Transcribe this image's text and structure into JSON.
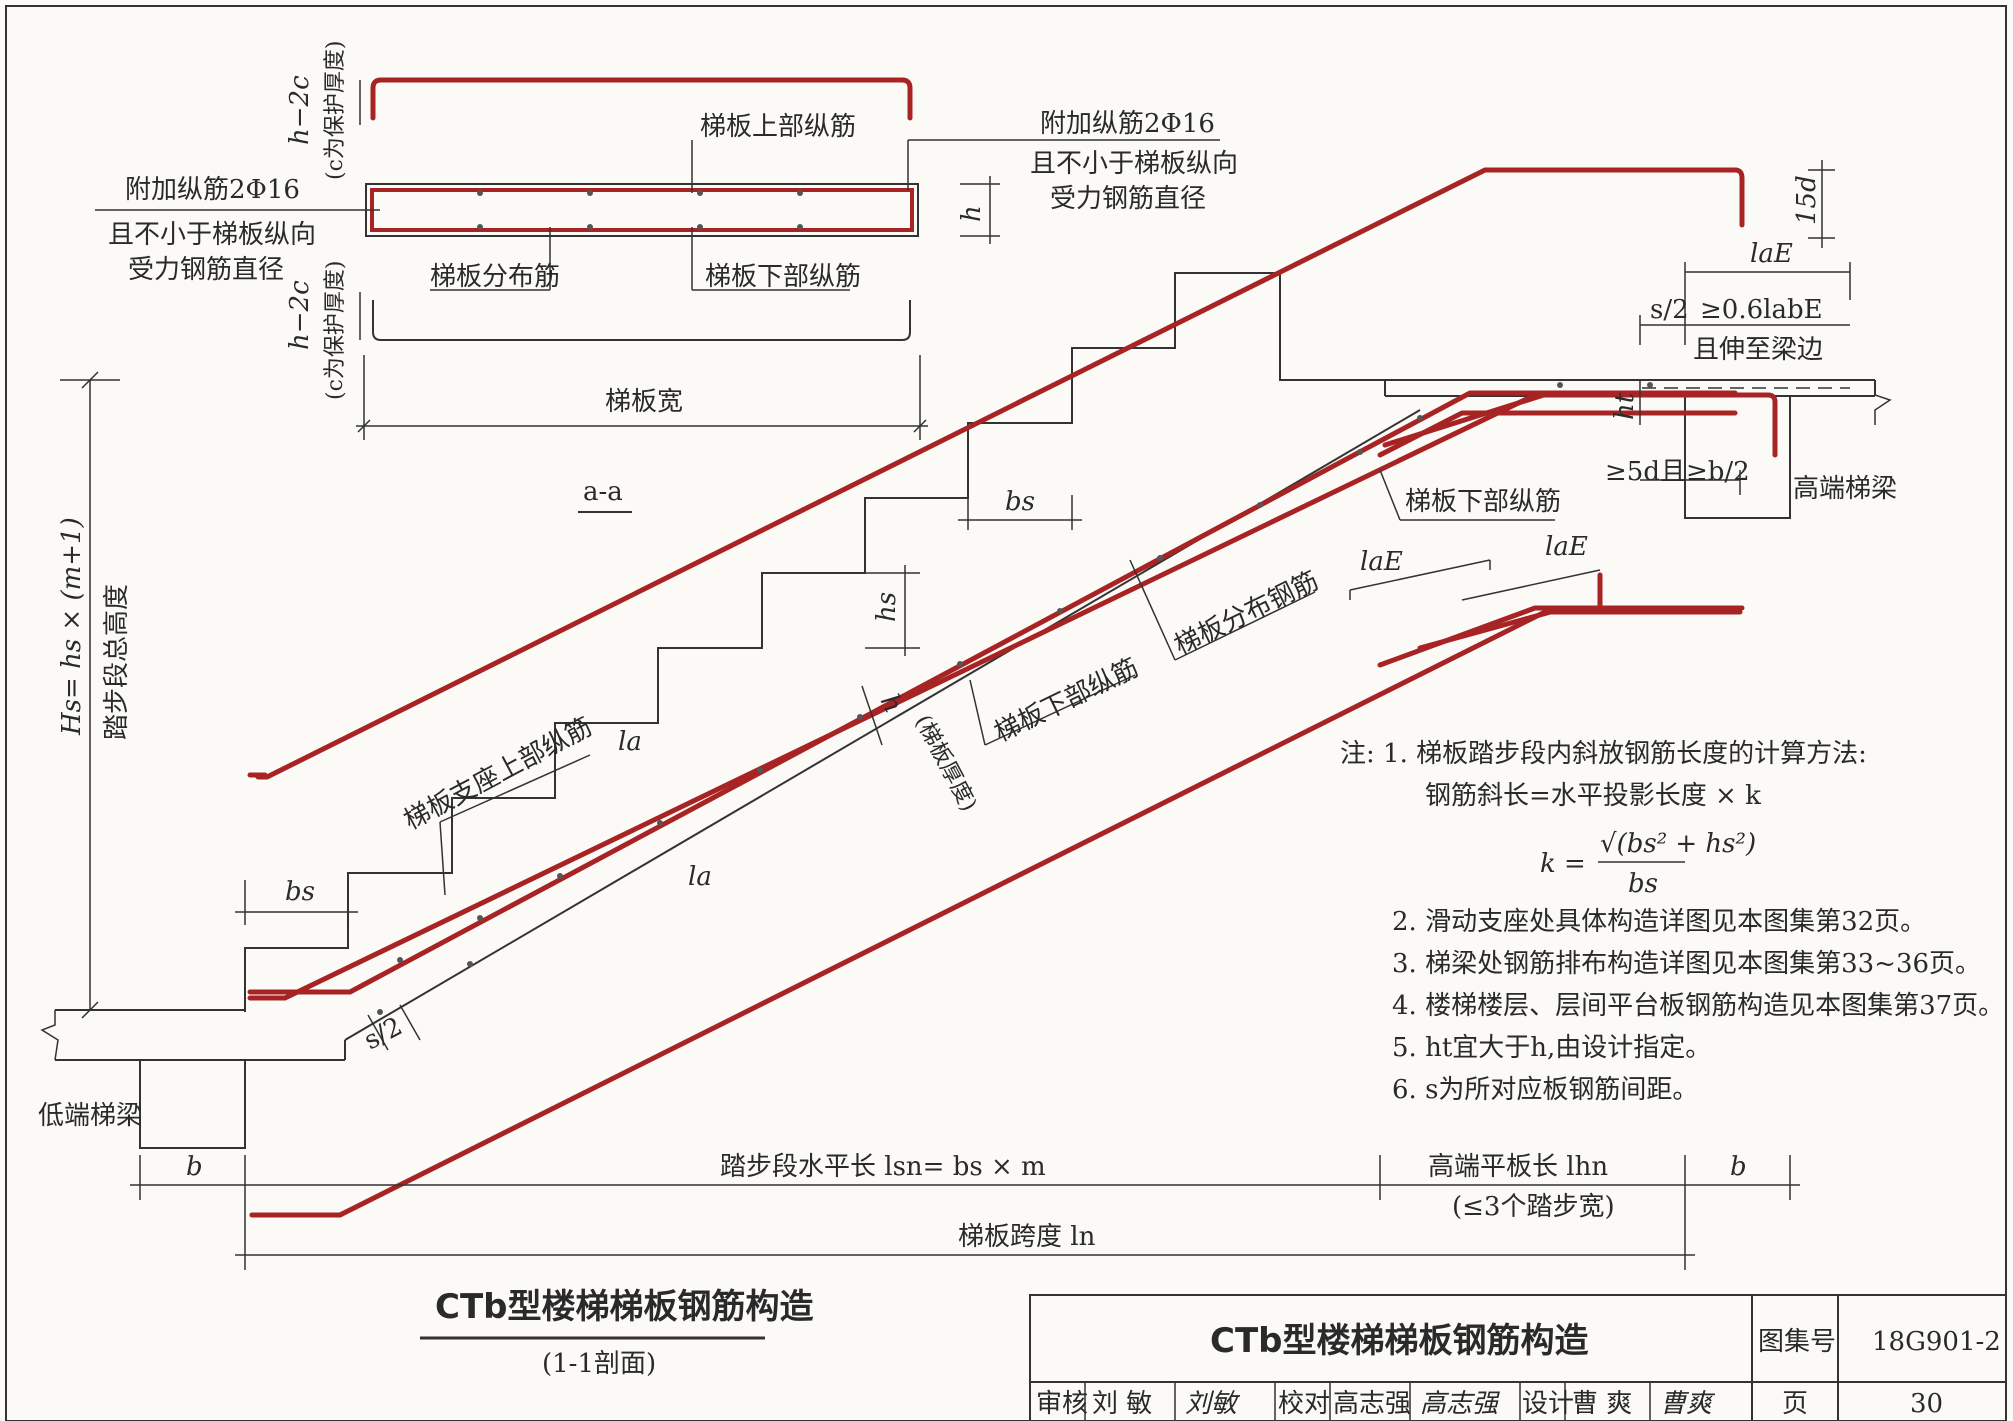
{
  "section_mark": "a-a",
  "section_a": {
    "top_label_h2c": "h−2c",
    "top_label_cover": "(c为保护厚度)",
    "upper_rebar": "梯板上部纵筋",
    "added_right_1": "附加纵筋2Φ16",
    "added_right_2": "且不小于梯板纵向",
    "added_right_3": "受力钢筋直径",
    "added_left_1": "附加纵筋2Φ16",
    "added_left_2": "且不小于梯板纵向",
    "added_left_3": "受力钢筋直径",
    "dist_rebar": "梯板分布筋",
    "lower_rebar": "梯板下部纵筋",
    "h": "h",
    "width": "梯板宽"
  },
  "main": {
    "Hs_formula": "Hs= hs × (m+1)",
    "Hs_desc": "踏步段总高度",
    "bs_top": "bs",
    "hs": "hs",
    "bs_bottom": "bs",
    "la_1": "la",
    "la_2": "la",
    "support_upper": "梯板支座上部纵筋",
    "lower_rebar_mid": "梯板下部纵筋",
    "h_thick": "h",
    "thick_desc": "(梯板厚度)",
    "dist_rebar": "梯板分布钢筋",
    "lower_rebar_top": "梯板下部纵筋",
    "laE_a": "laE",
    "laE_b": "laE",
    "laE_top": "laE",
    "s2_top": "s/2",
    "labE": "≥0.6labE",
    "to_beam": "且伸至梁边",
    "ht": "ht",
    "d15": "15d",
    "min5d": "≥5d且≥b/2",
    "high_beam": "高端梯梁",
    "low_beam": "低端梯梁",
    "s2_bot": "s/2",
    "b_left": "b",
    "b_right": "b",
    "lsn": "踏步段水平长  lsn= bs × m",
    "lhn": "高端平板长  lhn",
    "lhn_note": "(≤3个踏步宽)",
    "ln": "梯板跨度  ln"
  },
  "notes": {
    "head": "注: 1.  梯板踏步段内斜放钢筋长度的计算方法:",
    "n1a": "钢筋斜长=水平投影长度 × k",
    "k_lhs": "k =",
    "k_num": "√(bs² + hs²)",
    "k_den": "bs",
    "n2": "2.  滑动支座处具体构造详图见本图集第32页。",
    "n3": "3.  梯梁处钢筋排布构造详图见本图集第33~36页。",
    "n4": "4.  楼梯楼层、层间平台板钢筋构造见本图集第37页。",
    "n5": "5.  ht宜大于h,由设计指定。",
    "n6": "6.  s为所对应板钢筋间距。"
  },
  "caption": {
    "title": "CTb型楼梯梯板钢筋构造",
    "sub": "(1-1剖面)"
  },
  "title_block": {
    "title": "CTb型楼梯梯板钢筋构造",
    "atlas_label": "图集号",
    "atlas_no": "18G901-2",
    "review_label": "审核",
    "review_name": "刘  敏",
    "review_sig": "刘敏",
    "check_label": "校对",
    "check_name": "高志强",
    "check_sig": "高志强",
    "design_label": "设计",
    "design_name": "曹  爽",
    "design_sig": "曹爽",
    "page_label": "页",
    "page_no": "30"
  },
  "colors": {
    "rebar": "#a82424",
    "line": "#333333",
    "paper": "#fbfaf6"
  }
}
